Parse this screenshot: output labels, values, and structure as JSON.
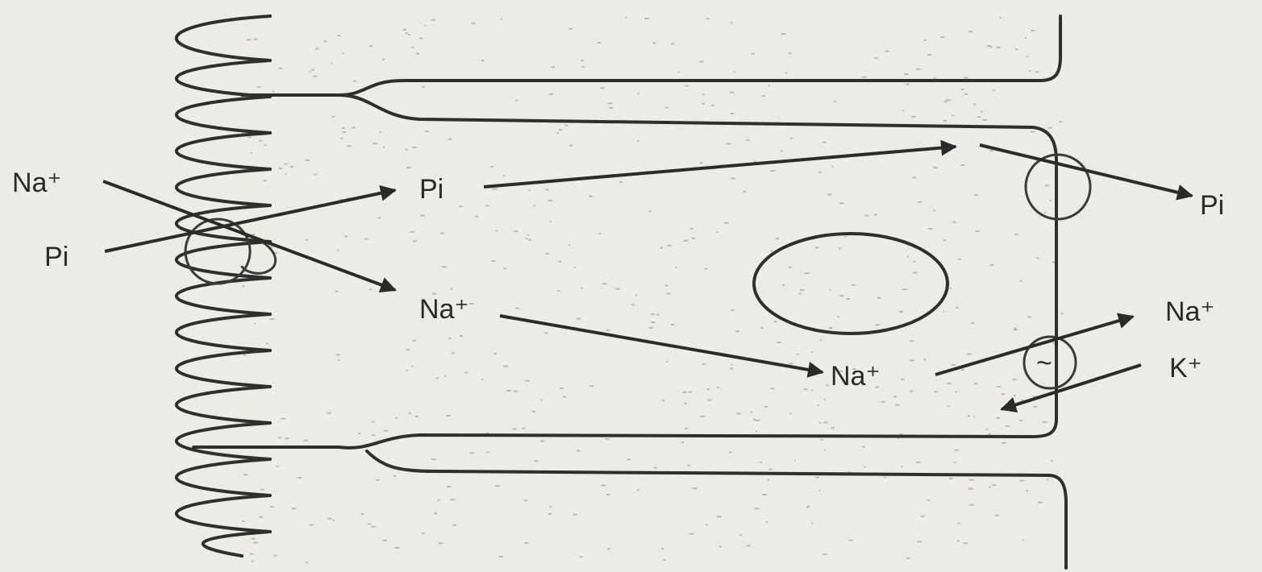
{
  "labels": {
    "na_out_left": "Na⁺",
    "pi_out_left": "Pi",
    "pi_in": "Pi",
    "na_in_upper": "Na⁺",
    "na_in_lower": "Na⁺",
    "pi_out_right": "Pi",
    "na_out_right": "Na⁺",
    "k_out_right": "K⁺",
    "pump_symbol": "~"
  },
  "colors": {
    "background": "#ecebe6",
    "ink": "#2e2e2e",
    "stipple": "#b9b6ad"
  }
}
